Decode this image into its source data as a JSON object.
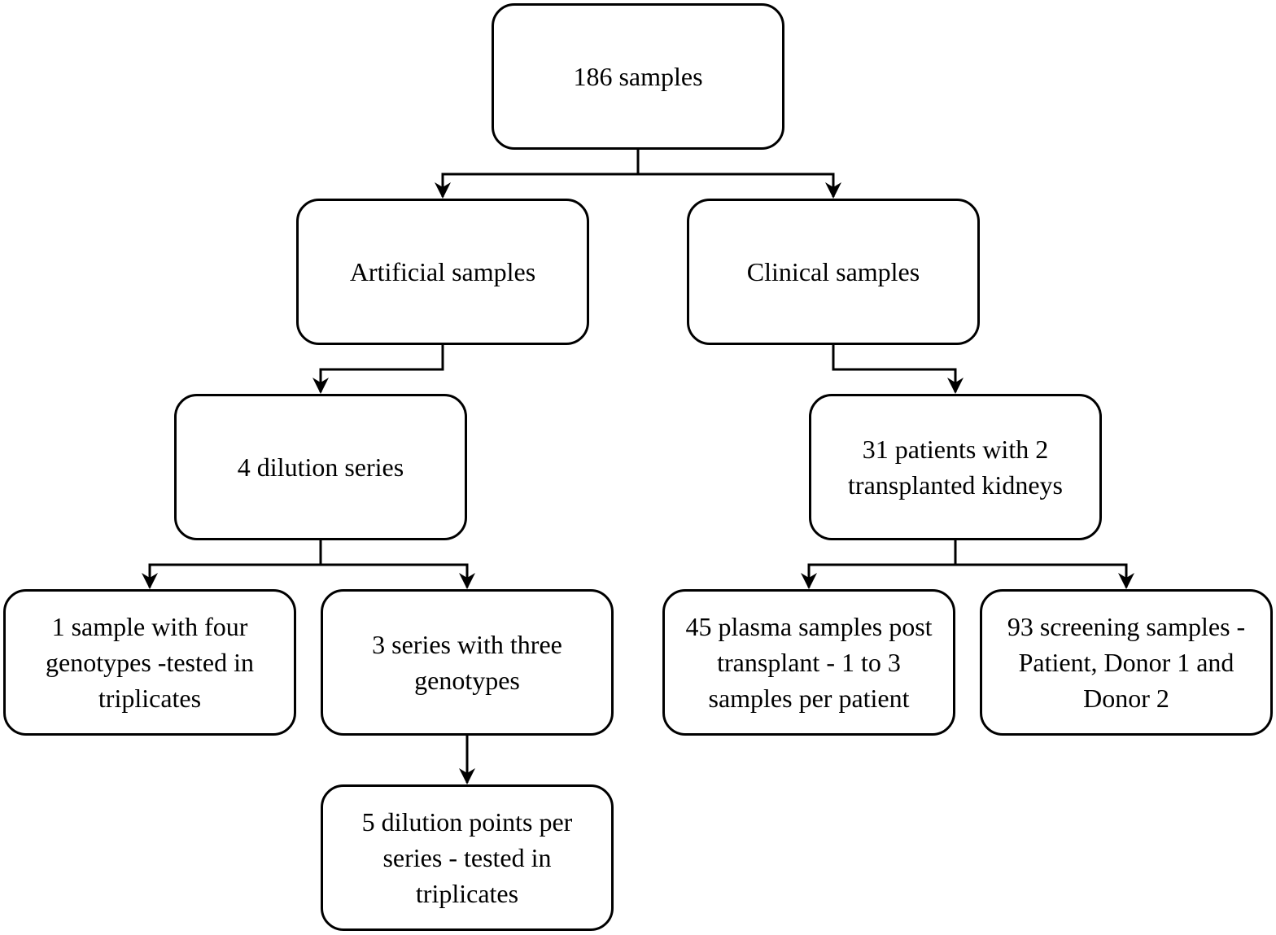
{
  "diagram": {
    "nodes": [
      {
        "id": "root",
        "label": "186 samples"
      },
      {
        "id": "artificial",
        "label": "Artificial samples"
      },
      {
        "id": "clinical",
        "label": "Clinical samples"
      },
      {
        "id": "dilution",
        "label": "4 dilution series"
      },
      {
        "id": "patients",
        "label": "31 patients with 2 transplanted kidneys"
      },
      {
        "id": "one_sample",
        "label": "1 sample with four genotypes -tested in triplicates"
      },
      {
        "id": "three_series",
        "label": "3 series with three genotypes"
      },
      {
        "id": "plasma",
        "label": "45 plasma samples post transplant - 1 to 3 samples per patient"
      },
      {
        "id": "screening",
        "label": "93 screening samples - Patient, Donor 1 and Donor 2"
      },
      {
        "id": "points",
        "label": "5 dilution points per series - tested in triplicates"
      }
    ],
    "edges": [
      {
        "from": "root",
        "to": "artificial"
      },
      {
        "from": "root",
        "to": "clinical"
      },
      {
        "from": "artificial",
        "to": "dilution"
      },
      {
        "from": "clinical",
        "to": "patients"
      },
      {
        "from": "dilution",
        "to": "one_sample"
      },
      {
        "from": "dilution",
        "to": "three_series"
      },
      {
        "from": "patients",
        "to": "plasma"
      },
      {
        "from": "patients",
        "to": "screening"
      },
      {
        "from": "three_series",
        "to": "points"
      }
    ],
    "colors": {
      "stroke": "#000000",
      "fill": "#ffffff",
      "text": "#000000"
    }
  }
}
